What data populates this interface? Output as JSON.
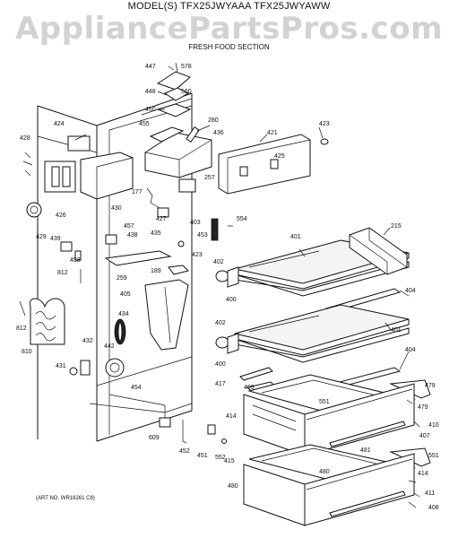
{
  "header": {
    "model_line": "MODEL(S) TFX25JWYAAA  TFX25JWYAWW",
    "watermark": "AppliancePartsPros.com",
    "section_title": "FRESH FOOD SECTION"
  },
  "art_number": "(ART NO. WR18261 C8)",
  "part_labels": [
    "578",
    "447",
    "560",
    "448",
    "450",
    "280",
    "455",
    "436",
    "423",
    "424",
    "428",
    "421",
    "425",
    "257",
    "177",
    "430",
    "426",
    "427",
    "435",
    "429",
    "457",
    "438",
    "554",
    "403",
    "453",
    "215",
    "439",
    "458",
    "812",
    "423",
    "259",
    "189",
    "401",
    "402",
    "404",
    "405",
    "400",
    "434",
    "812",
    "810",
    "432",
    "442",
    "402",
    "401",
    "431",
    "404",
    "400",
    "417",
    "409",
    "479",
    "414",
    "551",
    "479",
    "454",
    "410",
    "609",
    "407",
    "481",
    "452",
    "451",
    "552",
    "415",
    "480",
    "414",
    "551",
    "480",
    "411",
    "408"
  ]
}
